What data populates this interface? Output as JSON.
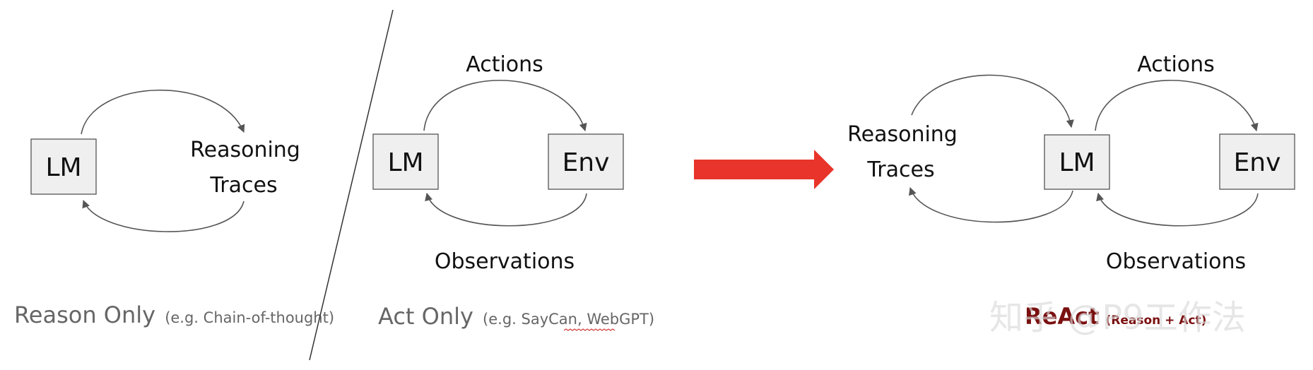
{
  "panels": {
    "reason_only": {
      "box": "LM",
      "reasoning_line1": "Reasoning",
      "reasoning_line2": "Traces",
      "caption_main": "Reason Only",
      "caption_sub": "(e.g. Chain-of-thought)"
    },
    "act_only": {
      "lm_box": "LM",
      "env_box": "Env",
      "actions": "Actions",
      "observations": "Observations",
      "caption_main": "Act Only",
      "caption_sub": "(e.g. SayCan, WebGPT)"
    },
    "react": {
      "lm_box": "LM",
      "env_box": "Env",
      "reasoning_line1": "Reasoning",
      "reasoning_line2": "Traces",
      "actions": "Actions",
      "observations": "Observations",
      "caption_main": "ReAct",
      "caption_sub": "(Reason + Act)"
    }
  },
  "watermark": "知乎 @P9工作法",
  "colors": {
    "transition_arrow": "#e8342a",
    "box_fill": "#efefef",
    "react_caption": "#7a1010",
    "caption_gray": "#666666"
  }
}
